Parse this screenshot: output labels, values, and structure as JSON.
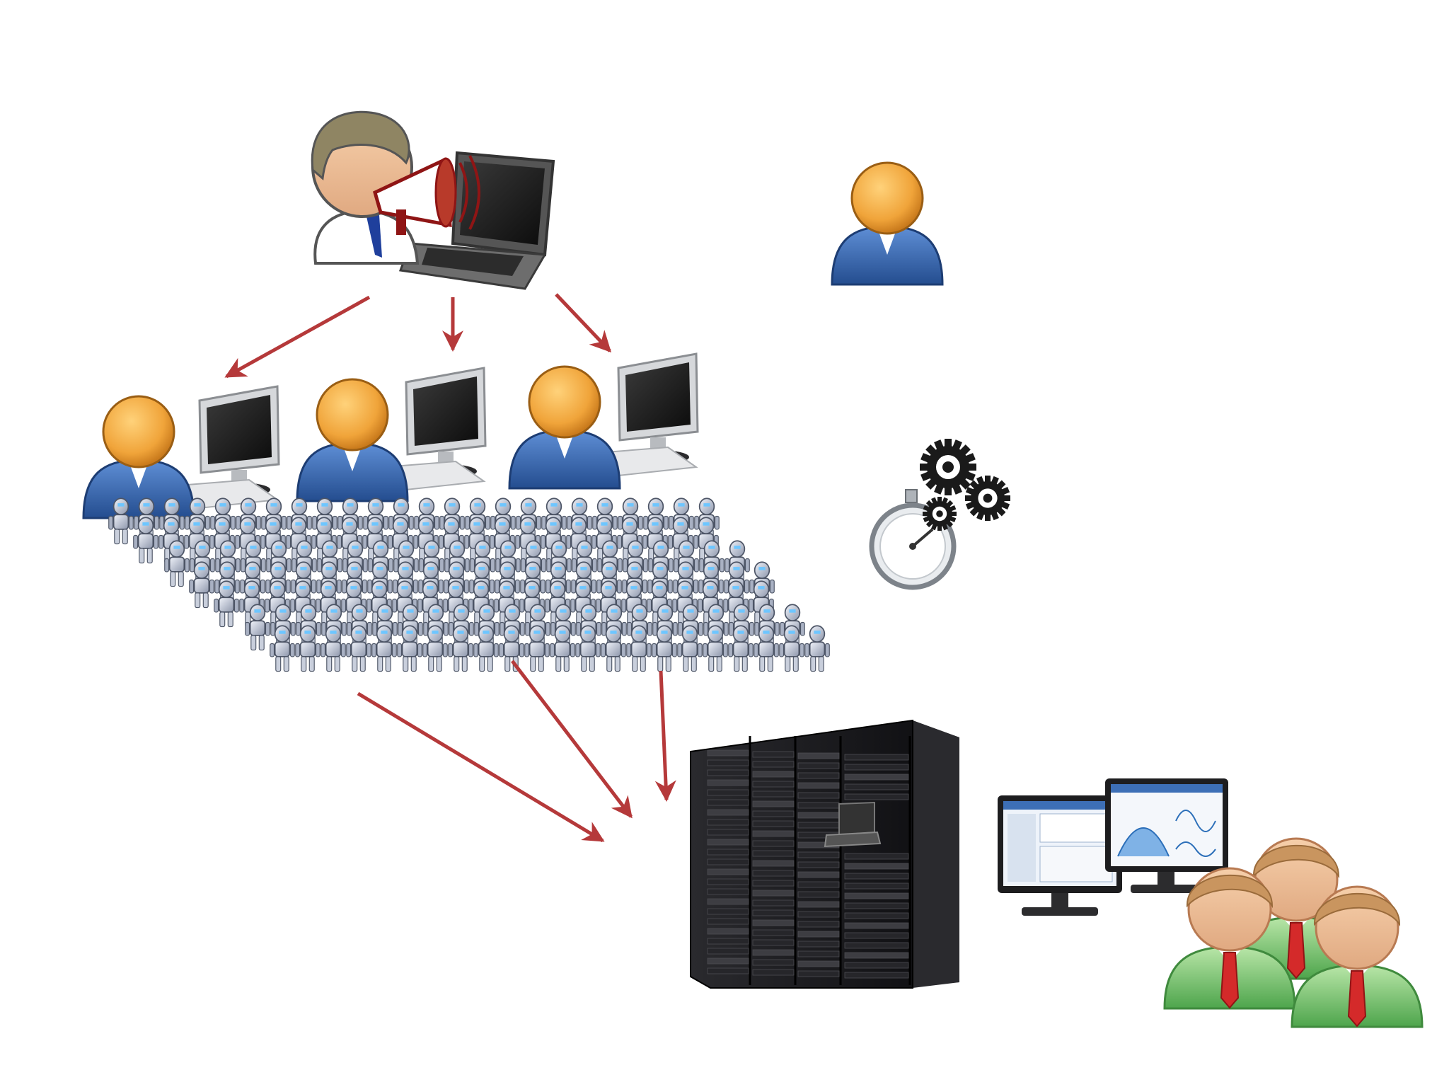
{
  "diagram": {
    "nodes": [
      {
        "id": "announcer",
        "icon": "announcer-with-megaphone-and-laptop-icon"
      },
      {
        "id": "operator-1",
        "icon": "user-at-monitor-icon"
      },
      {
        "id": "operator-2",
        "icon": "user-at-monitor-icon"
      },
      {
        "id": "operator-3",
        "icon": "user-at-monitor-icon"
      },
      {
        "id": "robot-crowd",
        "icon": "robot-crowd-icon"
      },
      {
        "id": "lone-user",
        "icon": "user-icon"
      },
      {
        "id": "timer-gears",
        "icon": "stopwatch-gears-icon"
      },
      {
        "id": "server-racks",
        "icon": "server-rack-icon"
      },
      {
        "id": "analysts",
        "icon": "analyst-team-with-monitors-icon"
      }
    ],
    "edges": [
      {
        "from": "announcer",
        "to": "operator-1"
      },
      {
        "from": "announcer",
        "to": "operator-2"
      },
      {
        "from": "announcer",
        "to": "operator-3"
      },
      {
        "from": "robot-crowd",
        "to": "server-racks"
      },
      {
        "from": "robot-crowd",
        "to": "server-racks"
      },
      {
        "from": "robot-crowd",
        "to": "server-racks"
      }
    ]
  },
  "colors": {
    "arrow": "#b5393a",
    "user_head": "#f0a43a",
    "user_body": "#3563a8",
    "analyst_body": "#6cbf6a",
    "tie_red": "#d42a2a",
    "tie_blue": "#1f3f9c",
    "rack": "#1c1c1e"
  }
}
